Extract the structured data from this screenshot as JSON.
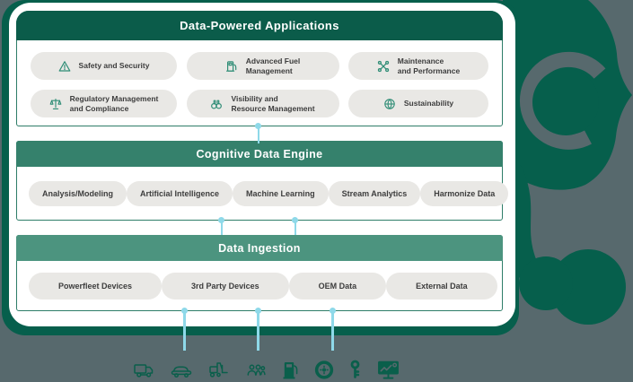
{
  "diagram": {
    "sections": [
      {
        "title": "Data-Powered Applications",
        "items": [
          {
            "label": "Safety and Security",
            "icon": "warning-triangle-icon"
          },
          {
            "label": "Advanced Fuel\nManagement",
            "icon": "fuel-pump-icon"
          },
          {
            "label": "Maintenance\nand Performance",
            "icon": "crossed-wrenches-icon"
          },
          {
            "label": "Regulatory Management\nand Compliance",
            "icon": "scales-icon"
          },
          {
            "label": "Visibility and\nResource Management",
            "icon": "binoculars-icon"
          },
          {
            "label": "Sustainability",
            "icon": "globe-leaf-icon"
          }
        ]
      },
      {
        "title": "Cognitive Data Engine",
        "items": [
          {
            "label": "Analysis/Modeling"
          },
          {
            "label": "Artificial Intelligence"
          },
          {
            "label": "Machine Learning"
          },
          {
            "label": "Stream Analytics"
          },
          {
            "label": "Harmonize Data"
          }
        ]
      },
      {
        "title": "Data Ingestion",
        "items": [
          {
            "label": "Powerfleet Devices"
          },
          {
            "label": "3rd Party Devices"
          },
          {
            "label": "OEM Data"
          },
          {
            "label": "External Data"
          }
        ]
      }
    ],
    "bottom_icons": [
      "truck-icon",
      "car-icon",
      "forklift-icon",
      "people-icon",
      "fuel-pump-icon",
      "tire-icon",
      "key-icon",
      "dashboard-monitor-icon"
    ],
    "colors": {
      "background": "#57696d",
      "brand_dark_green": "#065f4c",
      "apps_header_green": "#0b5c4a",
      "engine_header_green": "#35816c",
      "ingestion_header_green": "#4c947f",
      "pill_gray": "#e9e8e5",
      "connector_blue": "#8ed9e9",
      "pill_icon_green": "#2f8d76"
    }
  }
}
